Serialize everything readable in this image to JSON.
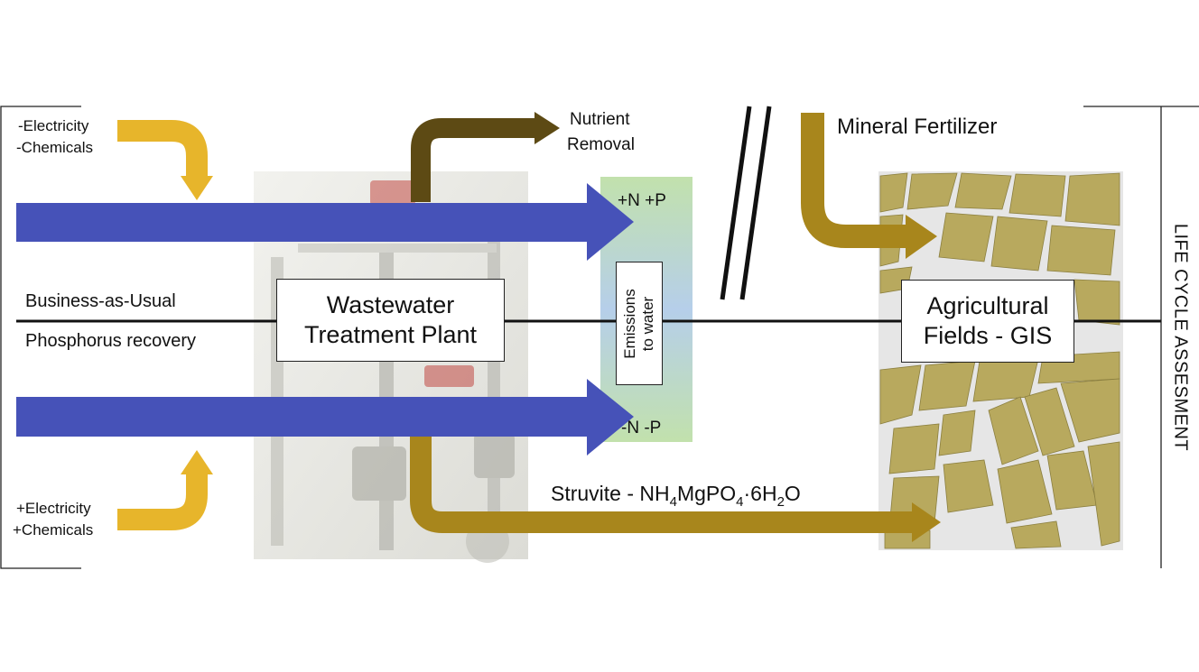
{
  "inputs": {
    "bau": [
      "-Electricity",
      "-Chemicals"
    ],
    "recovery": [
      "+Electricity",
      "+Chemicals"
    ]
  },
  "scenarios": {
    "bau_label": "Business-as-Usual",
    "recovery_label": "Phosphorus recovery"
  },
  "plant": {
    "line1": "Wastewater",
    "line2": "Treatment Plant"
  },
  "nutrient_removal": [
    "Nutrient",
    "Removal"
  ],
  "emissions": {
    "line1": "Emissions",
    "line2": "to water",
    "bau_tag": "+N +P",
    "recovery_tag": "-N -P"
  },
  "fertilizer": {
    "mineral": "Mineral Fertilizer",
    "struvite_prefix": "Struvite - NH",
    "struvite_sub1": "4",
    "struvite_mid": "MgPO",
    "struvite_sub2": "4",
    "struvite_mid2": "·6H",
    "struvite_sub3": "2",
    "struvite_suffix": "O"
  },
  "fields": {
    "line1": "Agricultural",
    "line2": "Fields - GIS"
  },
  "lca": "LIFE CYCLE ASSESMENT",
  "colors": {
    "flow_blue": "#4652b8",
    "energy_yellow": "#e7b52b",
    "fertilizer_gold": "#a8861c",
    "removal_brown": "#5d4a14",
    "field_olive": "#b8a95e",
    "field_bg": "#e6e6e6"
  }
}
